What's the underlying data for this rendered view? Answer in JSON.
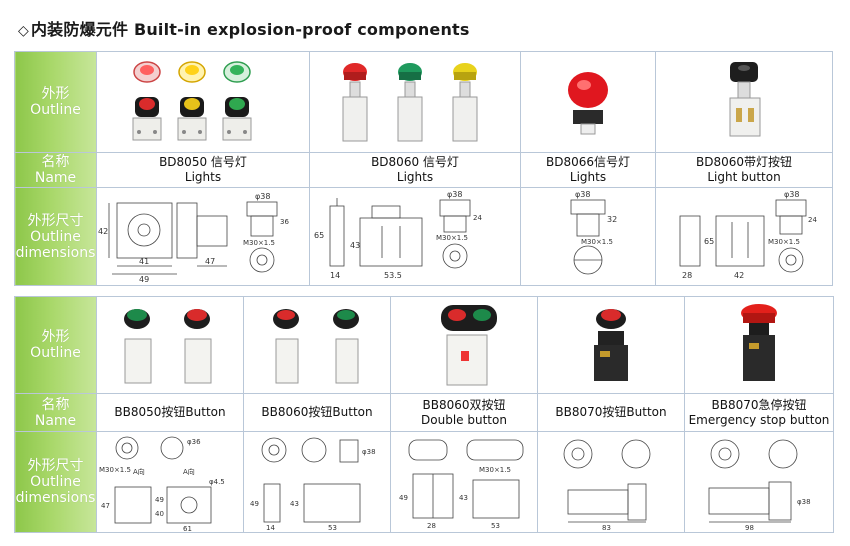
{
  "heading": {
    "marker": "◇",
    "text": "内装防爆元件 Built-in explosion-proof components"
  },
  "row_headers": {
    "outline": {
      "zh": "外形",
      "en": "Outline"
    },
    "name": {
      "zh": "名称",
      "en": "Name"
    },
    "dimensions": {
      "zh": "外形尺寸",
      "en1": "Outline",
      "en2": "dimensions"
    }
  },
  "table1": [
    {
      "zh": "BD8050 信号灯",
      "en": "Lights",
      "colors": [
        "#e23a3a",
        "#f2c21a",
        "#2fa84f"
      ],
      "dims": [
        "42",
        "41",
        "49",
        "47",
        "φ38",
        "M30×1.5",
        "36"
      ]
    },
    {
      "zh": "BD8060 信号灯",
      "en": "Lights",
      "colors": [
        "#d92b2b",
        "#1f9a5e",
        "#e8d21c"
      ],
      "dims": [
        "65",
        "14",
        "43",
        "53.5",
        "φ38",
        "M30×1.5",
        "24"
      ]
    },
    {
      "zh": "BD8066信号灯",
      "en": "Lights",
      "colors": [
        "#e0171f"
      ],
      "dims": [
        "φ38",
        "32",
        "M30×1.5"
      ]
    },
    {
      "zh": "BD8060带灯按钮",
      "en": "Light button",
      "colors": [
        "#2a2a2a"
      ],
      "dims": [
        "φ38",
        "65",
        "28",
        "42",
        "M30×1.5",
        "24"
      ]
    }
  ],
  "table2": [
    {
      "zh": "BB8050按钮Button",
      "en": "",
      "colors": [
        "#1d8a4a",
        "#d92b2b"
      ],
      "dims": [
        "M30×1.5",
        "φ36",
        "A向",
        "A向",
        "φ4.5",
        "47",
        "49",
        "40",
        "61"
      ]
    },
    {
      "zh": "BB8060按钮Button",
      "en": "",
      "colors": [
        "#d92b2b",
        "#1d8a4a"
      ],
      "dims": [
        "φ38",
        "49",
        "43",
        "14",
        "53"
      ]
    },
    {
      "zh": "BB8060双按钮",
      "en": "Double button",
      "colors": [
        "#d92b2b",
        "#1d8a4a"
      ],
      "dims": [
        "49",
        "28",
        "53",
        "M30×1.5",
        "43"
      ]
    },
    {
      "zh": "BB8070按钮Button",
      "en": "",
      "colors": [
        "#d92b2b"
      ],
      "dims": [
        "83"
      ]
    },
    {
      "zh": "BB8070急停按钮",
      "en": "Emergency stop button",
      "colors": [
        "#e3201b"
      ],
      "dims": [
        "φ38",
        "98"
      ]
    }
  ]
}
